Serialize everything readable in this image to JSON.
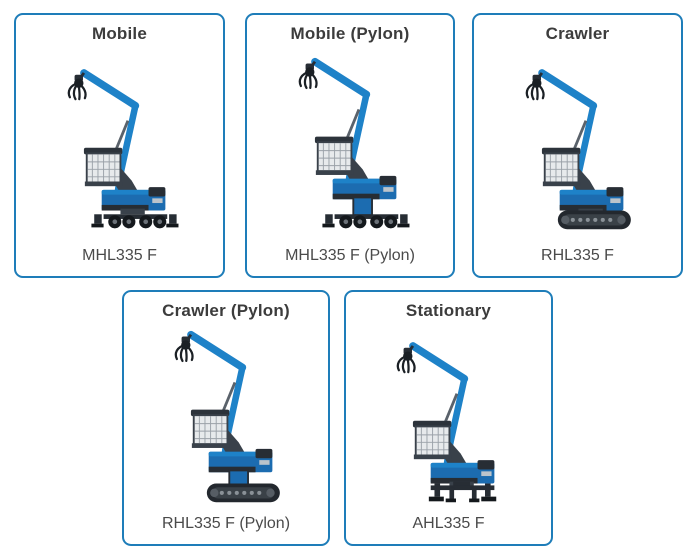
{
  "colors": {
    "accent": "#1e7db9",
    "boom_blue": "#1e82c8",
    "body_blue": "#1c6cb0",
    "dark": "#272d34",
    "frame": "#39414a",
    "title_color": "#3c3c3c",
    "model_color": "#4a4a4a"
  },
  "cards": [
    {
      "title": "Mobile",
      "model": "MHL335 F",
      "undercarriage": "wheels",
      "pylon": false,
      "illustration": "material-handler-mobile-illustration"
    },
    {
      "title": "Mobile (Pylon)",
      "model": "MHL335 F (Pylon)",
      "undercarriage": "wheels",
      "pylon": true,
      "illustration": "material-handler-mobile-pylon-illustration"
    },
    {
      "title": "Crawler",
      "model": "RHL335 F",
      "undercarriage": "tracks",
      "pylon": false,
      "illustration": "material-handler-crawler-illustration"
    },
    {
      "title": "Crawler (Pylon)",
      "model": "RHL335 F (Pylon)",
      "undercarriage": "tracks",
      "pylon": true,
      "illustration": "material-handler-crawler-pylon-illustration"
    },
    {
      "title": "Stationary",
      "model": "AHL335 F",
      "undercarriage": "legs",
      "pylon": false,
      "illustration": "material-handler-stationary-illustration"
    }
  ]
}
